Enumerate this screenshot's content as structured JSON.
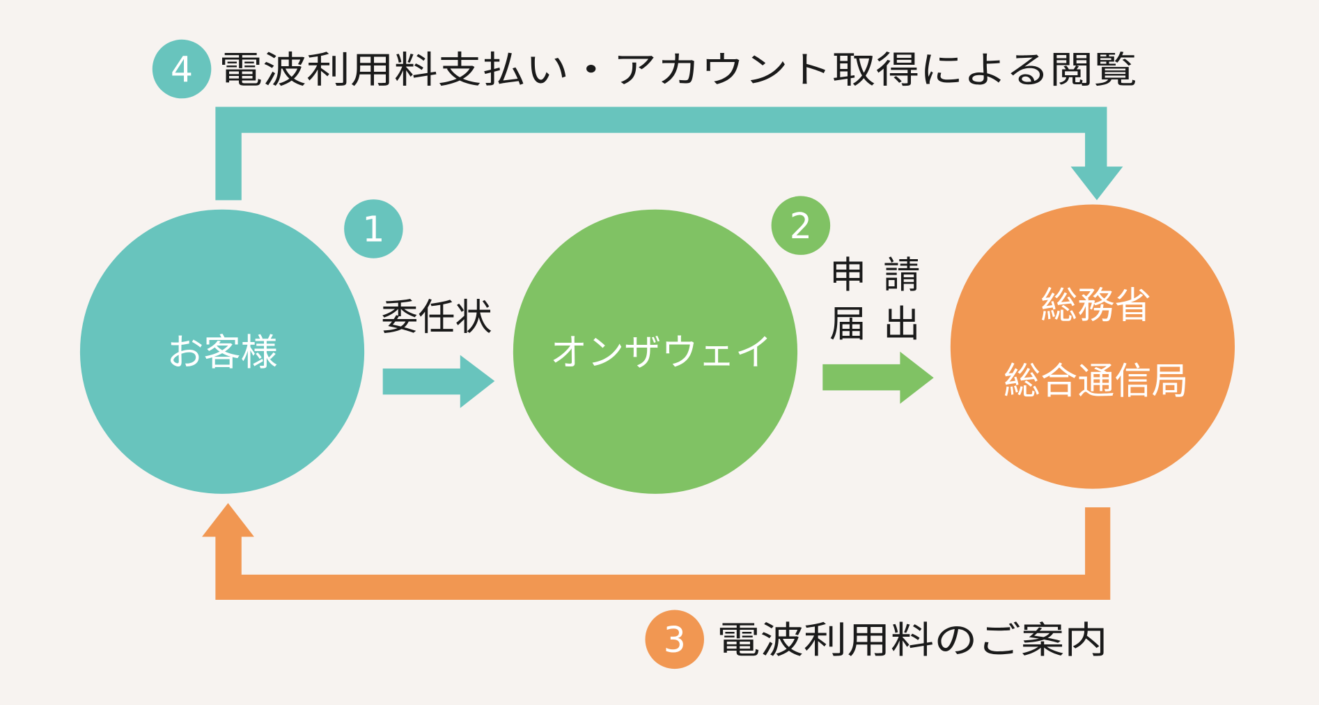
{
  "colors": {
    "background": "#f7f3f0",
    "teal": "#68c4bd",
    "green": "#80c264",
    "orange": "#f19752",
    "text": "#1a1a1a"
  },
  "nodes": {
    "customer": "お客様",
    "onthewei": "オンザウェイ",
    "ministry_line1": "総務省",
    "ministry_line2": "総合通信局"
  },
  "steps": {
    "step1": {
      "number": "1",
      "label": "委任状"
    },
    "step2": {
      "number": "2",
      "label_col1_line1": "申",
      "label_col1_line2": "届",
      "label_col2_line1": "請",
      "label_col2_line2": "出"
    },
    "step3": {
      "number": "3",
      "label": "電波利用料のご案内"
    },
    "step4": {
      "number": "4",
      "label": "電波利用料支払い・アカウント取得による閲覧"
    }
  }
}
